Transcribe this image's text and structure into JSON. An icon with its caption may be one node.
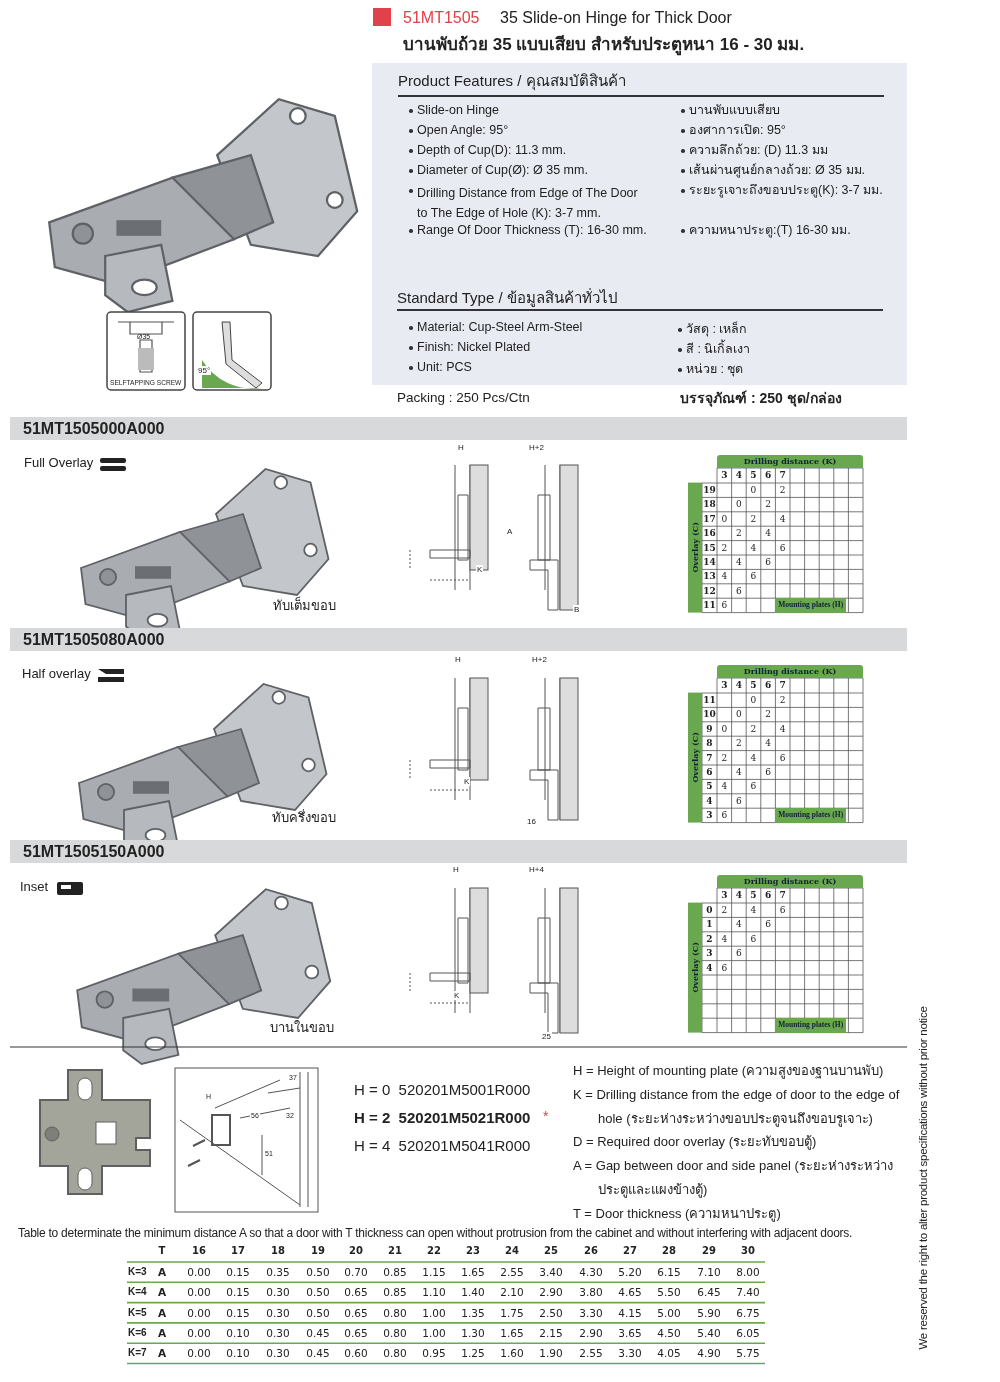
{
  "diagram": {
    "nodes": [
      {
        "text": [
          "Product Features / คุณสมบัติสินค้า",
          "Slide-on Hinge",
          "Open Angle: 95°",
          "Depth of Cup(D): 11.3 mm.",
          "Diameter of Cup(Ø): Ø 35 mm.",
          "Drilling Distance from Edge of The Door to The Edge of Hole (K): 3-7 mm.",
          "Range Of Door Thickness (T): 16-30 mm.",
          "บานพับแบบเสียบ",
          "องศาการเปิด: 95°",
          "ความลึกถ้วย: (D) 11.3 มม",
          "เส้นผ่านศูนย์กลางถ้วย: Ø 35 มม.",
          "ระยะรูเจาะถึงขอบประตู(K): 3-7 มม.",
          "ความหนาประตู:(T) 16-30 มม.",
          "Standard Type / ข้อมูลสินค้าทั่วไป",
          "Material: Cup-Steel Arm-Steel",
          "Finish: Nickel Plated",
          "Unit: PCS",
          "วัสดุ : เหล็ก",
          "สี : นิเกิ้ลเงา",
          "หน่วย : ชุด"
        ]
      },
      {
        "text": [
          "51MT1505000A000"
        ]
      },
      {
        "text": [
          "51MT1505080A000"
        ]
      },
      {
        "text": [
          "51MT1505150A000"
        ]
      }
    ],
    "labels": [
      "51MT1505",
      "35 Slide-on Hinge for Thick Door",
      "บานพับถ้วย 35 แบบเสียบ สำหรับประตูหนา 16 - 30 มม.",
      "Ø35",
      "SELFTAPPING SCREW",
      "95°",
      "Packing : 250 Pcs/Ctn",
      "บรรจุภัณฑ์ : 250 ชุด/กล่อง",
      "Full Overlay",
      "ทับเต็มขอบ",
      "H",
      "H+2",
      "A",
      "K",
      "B",
      "Drilling distance (K)",
      "3",
      "4",
      "5",
      "6",
      "7",
      "Overlay (C)",
      "19",
      "0",
      "2",
      "18",
      "0",
      "2",
      "17",
      "0",
      "2",
      "4",
      "16",
      "2",
      "4",
      "15",
      "2",
      "4",
      "6",
      "14",
      "4",
      "6",
      "13",
      "4",
      "6",
      "12",
      "6",
      "11",
      "6",
      "Mounting plates (H)",
      "Half overlay",
      "ทับครึ่งขอบ",
      "H",
      "H+2",
      "K",
      "16",
      "Drilling distance (K)",
      "3",
      "4",
      "5",
      "6",
      "7",
      "Overlay (C)",
      "11",
      "0",
      "2",
      "10",
      "0",
      "2",
      "9",
      "0",
      "2",
      "4",
      "8",
      "2",
      "4",
      "7",
      "2",
      "4",
      "6",
      "6",
      "4",
      "6",
      "5",
      "4",
      "6",
      "4",
      "6",
      "3",
      "6",
      "Mounting plates (H)",
      "Inset",
      "บานในขอบ",
      "H",
      "H+4",
      "K",
      "25",
      "Drilling distance (K)",
      "3",
      "4",
      "5",
      "6",
      "7",
      "Overlay (C)",
      "0",
      "2",
      "4",
      "6",
      "1",
      "4",
      "6",
      "2",
      "4",
      "6",
      "3",
      "6",
      "4",
      "6",
      "Mounting plates (H)",
      "H",
      "37",
      "56",
      "32",
      "51",
      "H = 0  520201M5001R000",
      "H = 2  520201M5021R000",
      "H = 4  520201M5041R000",
      "*",
      "H = Height of mounting plate (ความสูงของฐานบานพับ)",
      "K = Drilling distance from the edge of door to the edge of hole (ระยะห่างระหว่างขอบประตูจนถึงขอบรูเจาะ)",
      "D = Required door overlay (ระยะทับขอบตู้)",
      "A = Gap between door and side panel (ระยะห่างระหว่างประตูและแผงข้างตู้)",
      "T = Door thickness (ความหนาประตู)",
      "Table to determinate the minimum distance A so that a door with T thickness can open without protrusion from the cabinet and without interfering with adjacent doors.",
      "T",
      "16",
      "17",
      "18",
      "19",
      "20",
      "21",
      "22",
      "23",
      "24",
      "25",
      "26",
      "27",
      "28",
      "29",
      "30",
      "K=3",
      "A",
      "0.00",
      "0.15",
      "0.35",
      "0.50",
      "0.70",
      "0.85",
      "1.15",
      "1.65",
      "2.55",
      "3.40",
      "4.30",
      "5.20",
      "6.15",
      "7.10",
      "8.00",
      "K=4",
      "A",
      "0.00",
      "0.15",
      "0.30",
      "0.50",
      "0.65",
      "0.85",
      "1.10",
      "1.40",
      "2.10",
      "2.90",
      "3.80",
      "4.65",
      "5.50",
      "6.45",
      "7.40",
      "K=5",
      "A",
      "0.00",
      "0.15",
      "0.30",
      "0.50",
      "0.65",
      "0.80",
      "1.00",
      "1.35",
      "1.75",
      "2.50",
      "3.30",
      "4.15",
      "5.00",
      "5.90",
      "6.75",
      "K=6",
      "A",
      "0.00",
      "0.10",
      "0.30",
      "0.45",
      "0.65",
      "0.80",
      "1.00",
      "1.30",
      "1.65",
      "2.15",
      "2.90",
      "3.65",
      "4.50",
      "5.40",
      "6.05",
      "K=7",
      "A",
      "0.00",
      "0.10",
      "0.30",
      "0.45",
      "0.60",
      "0.80",
      "0.95",
      "1.25",
      "1.60",
      "1.90",
      "2.55",
      "3.30",
      "4.05",
      "4.90",
      "5.75",
      "We reserved the right to alter product specifications without prior notice"
    ]
  }
}
